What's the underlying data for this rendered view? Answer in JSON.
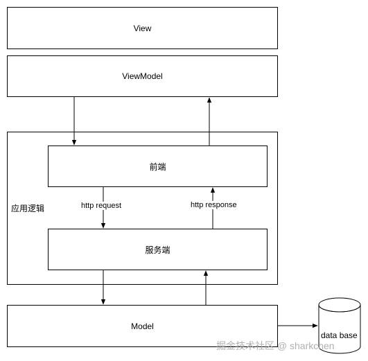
{
  "diagram": {
    "view_label": "View",
    "viewmodel_label": "ViewModel",
    "app_logic_label": "应用逻辑",
    "frontend_label": "前端",
    "server_label": "服务端",
    "model_label": "Model",
    "database_label": "data base",
    "http_request_label": "http request",
    "http_response_label": "http response"
  },
  "watermark": "掘金技术社区 @ sharkchen"
}
